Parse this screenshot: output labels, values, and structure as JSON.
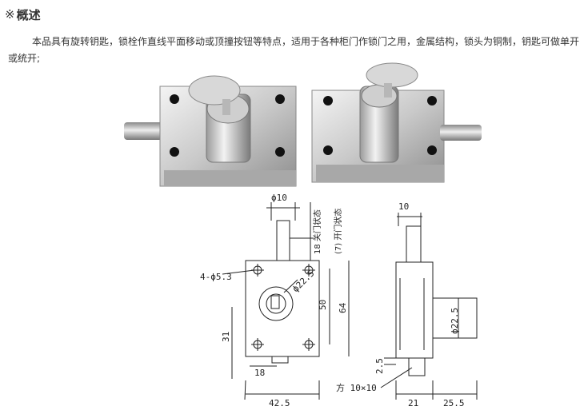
{
  "section": {
    "mark": "※",
    "title": "概述"
  },
  "description": "本品具有旋转钥匙，锁栓作直线平面移动或顶撞按钮等特点，适用于各种柜门作锁门之用，金属结构，锁头为铜制，钥匙可做单开或统开;",
  "product_photo": {
    "icon": "lock-product-photo",
    "count": 2
  },
  "drawing": {
    "front": {
      "bolt_diameter": "ϕ10",
      "closed_state": "18 关门状态",
      "open_state": "(7) 开门状态",
      "holes": "4-ϕ5.3",
      "cylinder": "ϕ22.5",
      "hole_spacing_v": "50",
      "height": "64",
      "hole_spacing_h": "31",
      "bolt_offset": "18",
      "width": "42.5"
    },
    "side": {
      "bolt_width": "10",
      "cylinder": "ϕ22.5",
      "offset": "2.5",
      "square": "方 10×10",
      "depth": "21",
      "cylinder_len": "25.5"
    }
  }
}
